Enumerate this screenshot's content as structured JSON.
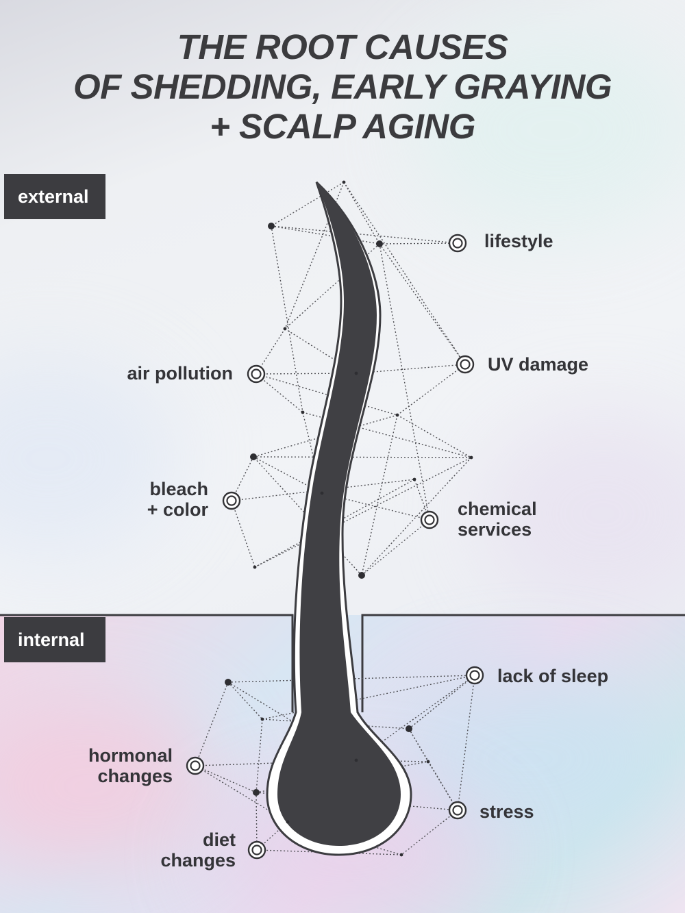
{
  "title": {
    "line1": "THE ROOT CAUSES",
    "line2": "OF SHEDDING, EARLY GRAYING",
    "line3": "+ SCALP AGING"
  },
  "sections": {
    "external": "external",
    "internal": "internal"
  },
  "labels": {
    "lifestyle": "lifestyle",
    "uv_damage": "UV damage",
    "air_pollution": "air pollution",
    "bleach_line1": "bleach",
    "bleach_line2": "+ color",
    "chemical_line1": "chemical",
    "chemical_line2": "services",
    "lack_of_sleep": "lack of sleep",
    "hormonal_line1": "hormonal",
    "hormonal_line2": "changes",
    "stress": "stress",
    "diet_line1": "diet",
    "diet_line2": "changes"
  },
  "colors": {
    "hair": "#404044",
    "label": "#343438",
    "tag_bg": "#3c3c40",
    "network": "#505055"
  }
}
